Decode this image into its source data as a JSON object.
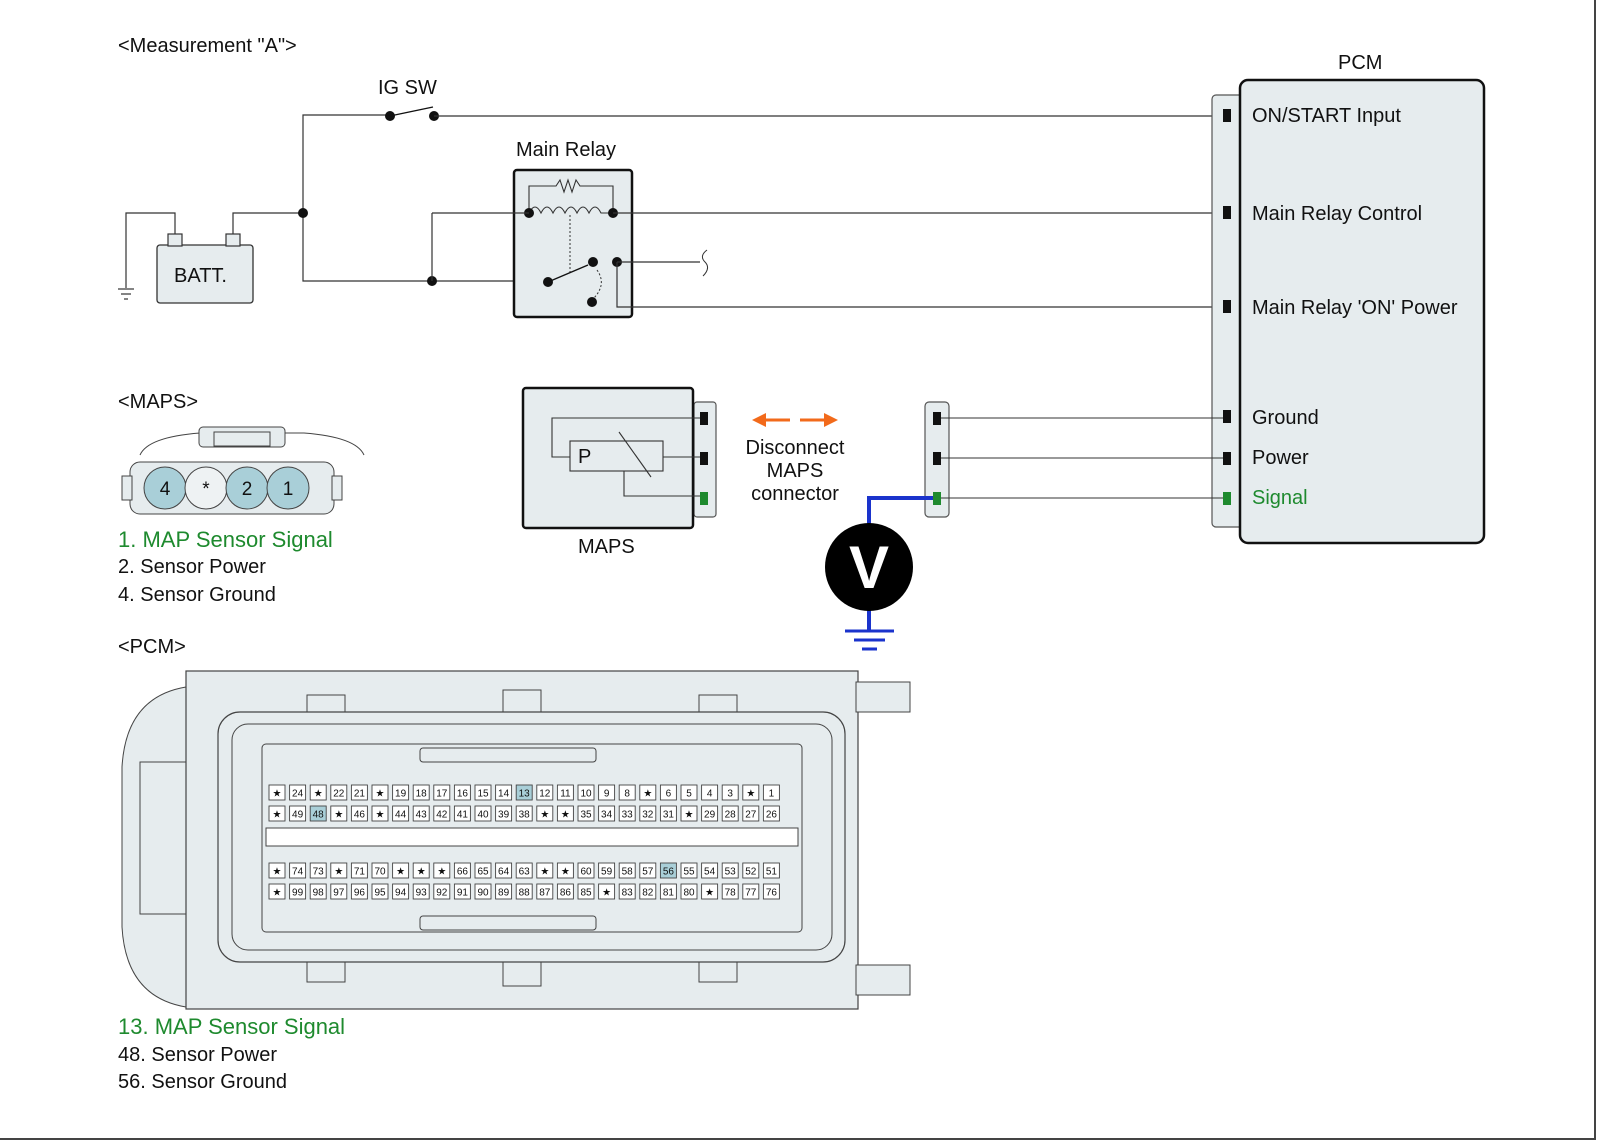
{
  "measurement": {
    "title": "<Measurement \"A\">",
    "ig_switch_label": "IG SW",
    "main_relay_label": "Main Relay",
    "battery_label": "BATT.",
    "battery_neg": "-",
    "battery_pos": "+",
    "pcm_title": "PCM",
    "pcm_pins": [
      {
        "label": "ON/START Input",
        "highlight": false
      },
      {
        "label": "Main Relay Control",
        "highlight": false
      },
      {
        "label": "Main Relay 'ON' Power",
        "highlight": false
      },
      {
        "label": "Ground",
        "highlight": false
      },
      {
        "label": "Power",
        "highlight": false
      },
      {
        "label": "Signal",
        "highlight": true
      }
    ],
    "maps_label": "MAPS",
    "maps_pressure_symbol": "P",
    "disconnect_note": [
      "Disconnect",
      "MAPS",
      "connector"
    ],
    "voltmeter_symbol": "V"
  },
  "maps_connector": {
    "title": "<MAPS>",
    "pins": [
      {
        "label": "4",
        "highlight": true
      },
      {
        "label": "*",
        "highlight": false
      },
      {
        "label": "2",
        "highlight": true
      },
      {
        "label": "1",
        "highlight": true
      }
    ],
    "legend": [
      {
        "text": "1. MAP Sensor Signal",
        "highlight": true
      },
      {
        "text": "2. Sensor Power",
        "highlight": false
      },
      {
        "text": "4. Sensor Ground",
        "highlight": false
      }
    ]
  },
  "pcm_connector": {
    "title": "<PCM>",
    "rows": [
      [
        "*",
        "24",
        "*",
        "22",
        "21",
        "*",
        "19",
        "18",
        "17",
        "16",
        "15",
        "14",
        "13",
        "12",
        "11",
        "10",
        "9",
        "8",
        "*",
        "6",
        "5",
        "4",
        "3",
        "*",
        "1"
      ],
      [
        "*",
        "49",
        "48",
        "*",
        "46",
        "*",
        "44",
        "43",
        "42",
        "41",
        "40",
        "39",
        "38",
        "*",
        "*",
        "35",
        "34",
        "33",
        "32",
        "31",
        "*",
        "29",
        "28",
        "27",
        "26"
      ],
      [
        "*",
        "74",
        "73",
        "*",
        "71",
        "70",
        "*",
        "*",
        "*",
        "66",
        "65",
        "64",
        "63",
        "*",
        "*",
        "60",
        "59",
        "58",
        "57",
        "56",
        "55",
        "54",
        "53",
        "52",
        "51"
      ],
      [
        "*",
        "99",
        "98",
        "97",
        "96",
        "95",
        "94",
        "93",
        "92",
        "91",
        "90",
        "89",
        "88",
        "87",
        "86",
        "85",
        "*",
        "83",
        "82",
        "81",
        "80",
        "*",
        "78",
        "77",
        "76"
      ]
    ],
    "highlighted_pins": [
      "13",
      "48",
      "56"
    ],
    "legend": [
      {
        "text": "13. MAP Sensor Signal",
        "highlight": true
      },
      {
        "text": "48. Sensor Power",
        "highlight": false
      },
      {
        "text": "56. Sensor Ground",
        "highlight": false
      }
    ]
  },
  "colors": {
    "signal_green": "#1e8a2e",
    "probe_blue": "#1a33cc",
    "arrow_orange": "#f26a1b",
    "pin_highlight": "#a9cfd8",
    "panel_fill": "#e6ecee"
  }
}
